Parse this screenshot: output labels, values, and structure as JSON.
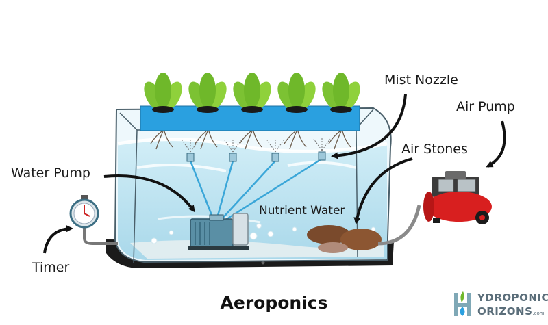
{
  "labels": {
    "mist_nozzle": "Mist Nozzle",
    "air_pump": "Air Pump",
    "air_stones": "Air Stones",
    "water_pump": "Water Pump",
    "nutrient_water": "Nutrient Water",
    "timer": "Timer"
  },
  "caption": "Aeroponics",
  "logo": {
    "line1": "YDROPONIC",
    "line2": "ORIZONS",
    "suffix": ".com"
  },
  "colors": {
    "tank_water": "#bfe4f0",
    "grow_tray": "#2aa0e0",
    "plant_leaf": "#7cc233",
    "air_pump_red": "#d81f1f",
    "base_black": "#1b1b1b",
    "arrow": "#111111"
  }
}
